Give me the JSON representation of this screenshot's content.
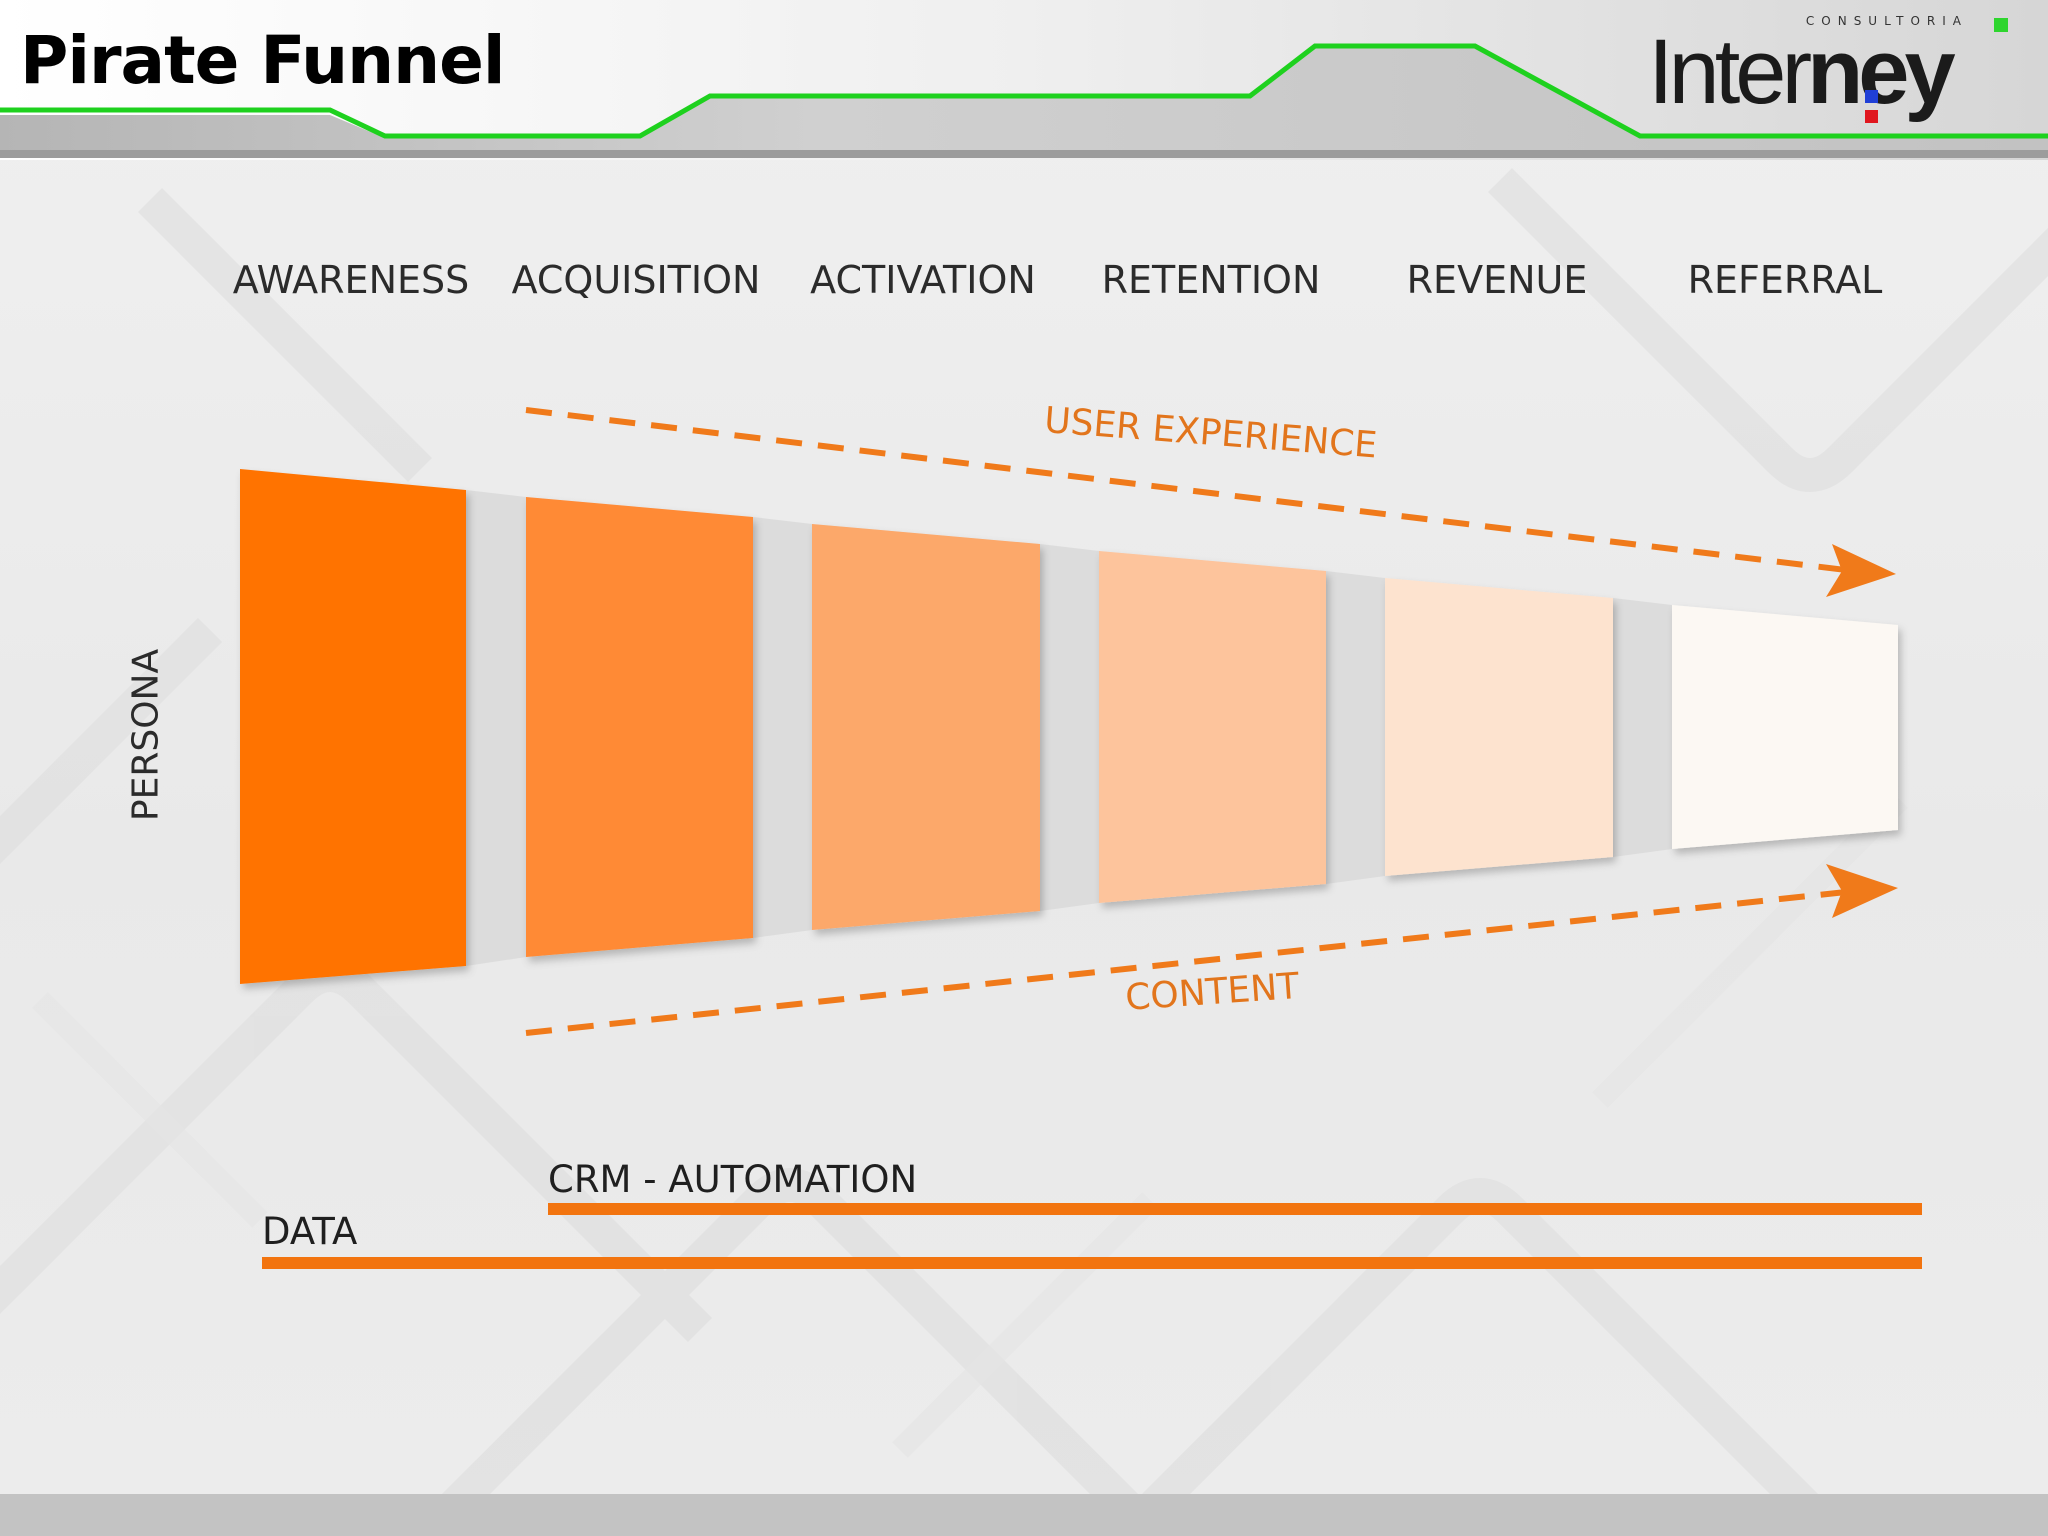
{
  "slide": {
    "title": "Pirate Funnel"
  },
  "logo": {
    "sub": "CONSULTORIA",
    "main_light": "Inter",
    "main_bold": "ney",
    "accent_green": "#2ed52e",
    "accent_blue": "#1f3fd6",
    "accent_red": "#e0161e"
  },
  "colors": {
    "accent_orange": "#f2740f",
    "header_line_green": "#1ed11e",
    "text_dark": "#2b2b2b"
  },
  "diagram": {
    "stages": [
      {
        "label": "AWARENESS",
        "color": "#ff7300"
      },
      {
        "label": "ACQUISITION",
        "color": "#ff8a35"
      },
      {
        "label": "ACTIVATION",
        "color": "#fca86a"
      },
      {
        "label": "RETENTION",
        "color": "#fdc49c"
      },
      {
        "label": "REVENUE",
        "color": "#fde3cf"
      },
      {
        "label": "REFERRAL",
        "color": "#fcf8f3"
      }
    ],
    "left_label": "PERSONA",
    "top_arrow_label": "USER EXPERIENCE",
    "bottom_arrow_label": "CONTENT",
    "bars": [
      {
        "label": "CRM - AUTOMATION"
      },
      {
        "label": "DATA"
      }
    ]
  }
}
